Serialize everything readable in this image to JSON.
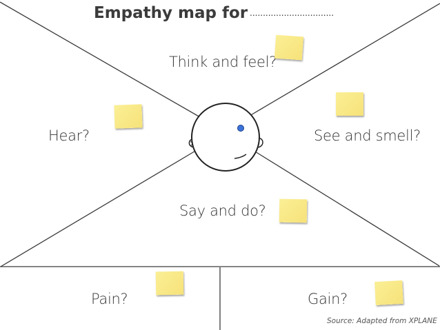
{
  "title": "Empathy map for",
  "title_blank": "................................",
  "quadrants": {
    "think_feel": "Think and feel?",
    "hear": "Hear?",
    "see_smell": "See and smell?",
    "say_do": "Say and do?",
    "pain": "Pain?",
    "gain": "Gain?"
  },
  "source": "Source: Adapted from XPLANE",
  "colors": {
    "sticky_note": "#f6e27a",
    "line": "#3a3a3a",
    "eye": "#3b73d9",
    "text": "#333333"
  }
}
